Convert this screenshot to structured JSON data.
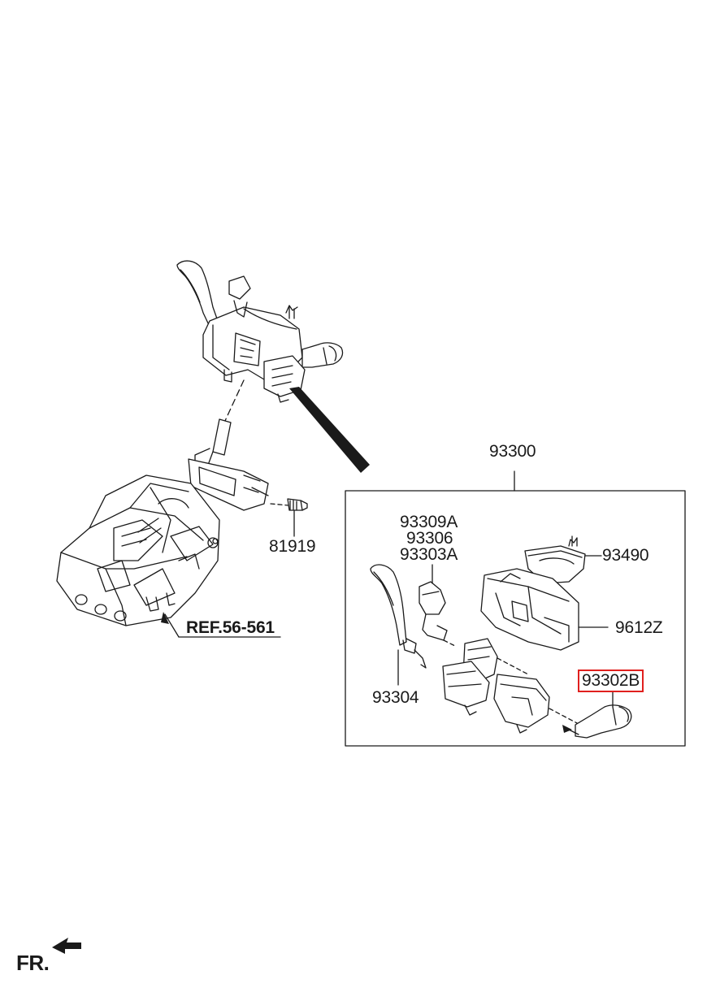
{
  "diagram": {
    "labels": {
      "assembly": "93300",
      "bolt": "81919",
      "ref": "REF.56-561",
      "sub_a": "93309A",
      "sub_b": "93306",
      "sub_c": "93303A",
      "clock_spring": "93490",
      "module": "9612Z",
      "wiper_lever": "93304",
      "light_lever": "93302B",
      "front": "FR."
    },
    "highlight_color": "#e0201e",
    "line_color": "#1a1a1a",
    "icons": [
      "front-direction-arrow-icon",
      "leader-arrow-icon"
    ]
  }
}
